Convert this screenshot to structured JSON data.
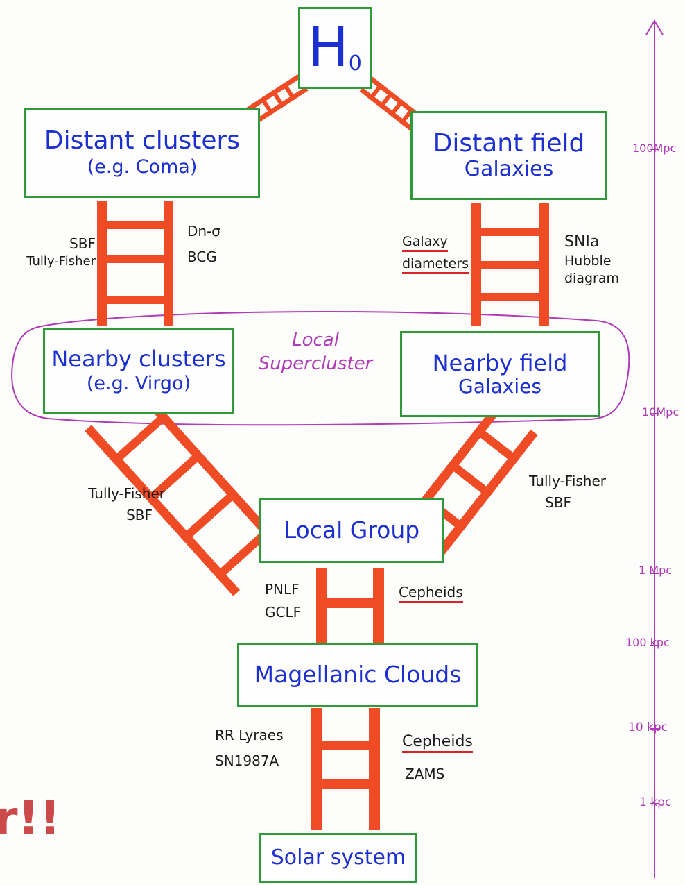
{
  "nodes": {
    "h0": {
      "main": "H",
      "sub": "0"
    },
    "distant_clusters": {
      "line1": "Distant clusters",
      "line2": "(e.g. Coma)"
    },
    "distant_field": {
      "line1": "Distant field",
      "line2": "Galaxies"
    },
    "nearby_clusters": {
      "line1": "Nearby clusters",
      "line2": "(e.g. Virgo)"
    },
    "nearby_field": {
      "line1": "Nearby field",
      "line2": "Galaxies"
    },
    "local_group": {
      "line1": "Local Group"
    },
    "magellanic": {
      "line1": "Magellanic Clouds"
    },
    "solar": {
      "line1": "Solar system"
    }
  },
  "supercluster": {
    "line1": "Local",
    "line2": "Supercluster"
  },
  "labels": {
    "sbf_tf_left": [
      "SBF",
      "Tully-Fisher"
    ],
    "dn_bcg": [
      "Dn-σ",
      "BCG"
    ],
    "galaxy_diameters": [
      "Galaxy",
      "diameters"
    ],
    "snia": [
      "SNIa",
      "Hubble",
      "diagram"
    ],
    "tf_sbf_lower_left": [
      "Tully-Fisher",
      "SBF"
    ],
    "tf_sbf_lower_right": [
      "Tully-Fisher",
      "SBF"
    ],
    "pnlf_gclf": [
      "PNLF",
      "GCLF"
    ],
    "cepheids_upper": "Cepheids",
    "rr_sn": [
      "RR Lyraes",
      "SN1987A"
    ],
    "cepheids_lower": "Cepheids",
    "zams": "ZAMS"
  },
  "scale_ticks": [
    "100Mpc",
    "10Mpc",
    "1 Mpc",
    "100 kpc",
    "10 kpc",
    "1 kpc"
  ],
  "cut_text": "r!!",
  "colors": {
    "box_border": "#2e9a3a",
    "box_text": "#1c2fd0",
    "ladder": "#ef4c26",
    "supercluster": "#b03ab8",
    "underline": "#d8232a"
  }
}
